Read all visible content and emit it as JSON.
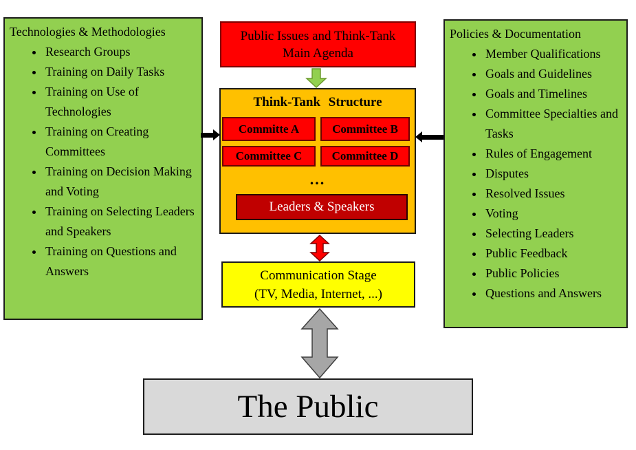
{
  "left_panel": {
    "title": "Technologies & Methodologies",
    "items": [
      "Research Groups",
      "Training on Daily Tasks",
      "Training on Use of Technologies",
      "Training on Creating Committees",
      "Training on Decision Making and Voting",
      "Training on Selecting Leaders and Speakers",
      "Training on Questions and Answers"
    ]
  },
  "agenda_box": {
    "text": "Public Issues and Think-Tank Main Agenda"
  },
  "structure": {
    "title": "Think-Tank Structure",
    "committees": [
      "Committe A",
      "Committee B",
      "Committee C",
      "Committee D"
    ],
    "ellipsis": "...",
    "leaders_label": "Leaders & Speakers"
  },
  "communication_box": {
    "line1": "Communication Stage",
    "line2": "(TV, Media, Internet, ...)"
  },
  "public_box": {
    "label": "The Public"
  },
  "right_panel": {
    "title": "Policies & Documentation",
    "items": [
      "Member Qualifications",
      "Goals and Guidelines",
      "Goals and Timelines",
      "Committee Specialties and Tasks",
      "Rules of Engagement",
      "Disputes",
      "Resolved Issues",
      "Voting",
      "Selecting Leaders",
      "Public Feedback",
      "Public Policies",
      "Questions and Answers"
    ]
  },
  "colors": {
    "panel_green": "#92D050",
    "agenda_red": "#FF0000",
    "structure_orange": "#FFC000",
    "committee_red": "#FF0000",
    "leaders_dark_red": "#C00000",
    "communication_yellow": "#FFFF00",
    "public_gray": "#D9D9D9",
    "arrow_green": "#92D050",
    "arrow_red": "#FF0000",
    "arrow_gray": "#A6A6A6",
    "arrow_black": "#000000"
  }
}
